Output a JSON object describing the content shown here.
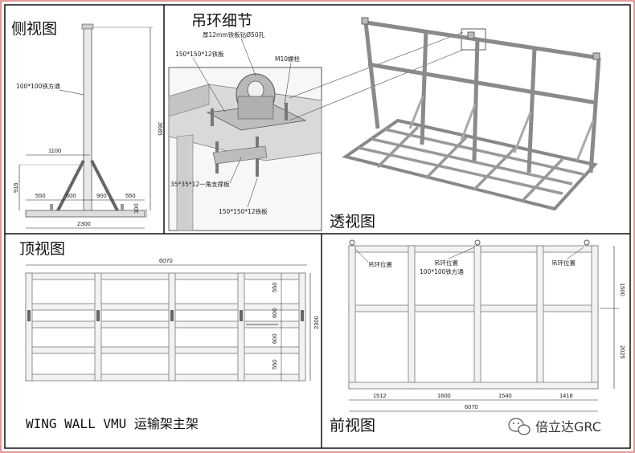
{
  "panels": {
    "side": {
      "title": "侧视图",
      "tube_label": "100*100铁方通",
      "height": "3685",
      "base_top": "1100",
      "brace_height": "916",
      "seg_a": "550",
      "seg_b": "600",
      "seg_c": "900",
      "seg_d": "550",
      "base_total": "2300",
      "foot": "100"
    },
    "detail": {
      "title": "吊环细节",
      "ring_label": "厚12mm铁板钻Ø50孔",
      "plate_top": "150*150*12铁板",
      "bolt": "M10螺栓",
      "brace_label": "35*35*12一角支撑板",
      "plate_bottom": "150*150*12铁板"
    },
    "perspective": {
      "title": "透视图"
    },
    "top": {
      "title": "顶视图",
      "length": "6070",
      "r1": "550",
      "r2": "600",
      "r3": "600",
      "r4": "550",
      "width": "2300",
      "caption": "WING WALL VMU 运输架主架"
    },
    "front": {
      "title": "前视图",
      "hook1": "吊环位置",
      "hook2": "吊环位置",
      "hook3": "吊环位置",
      "tube_label": "100*100铁方通",
      "h_upper": "1500",
      "h_lower": "2025",
      "w1": "1512",
      "w2": "1600",
      "w3": "1540",
      "w4": "1418",
      "total": "6070"
    }
  },
  "watermark": {
    "text": "倍立达GRC",
    "icon": "wechat-icon"
  }
}
